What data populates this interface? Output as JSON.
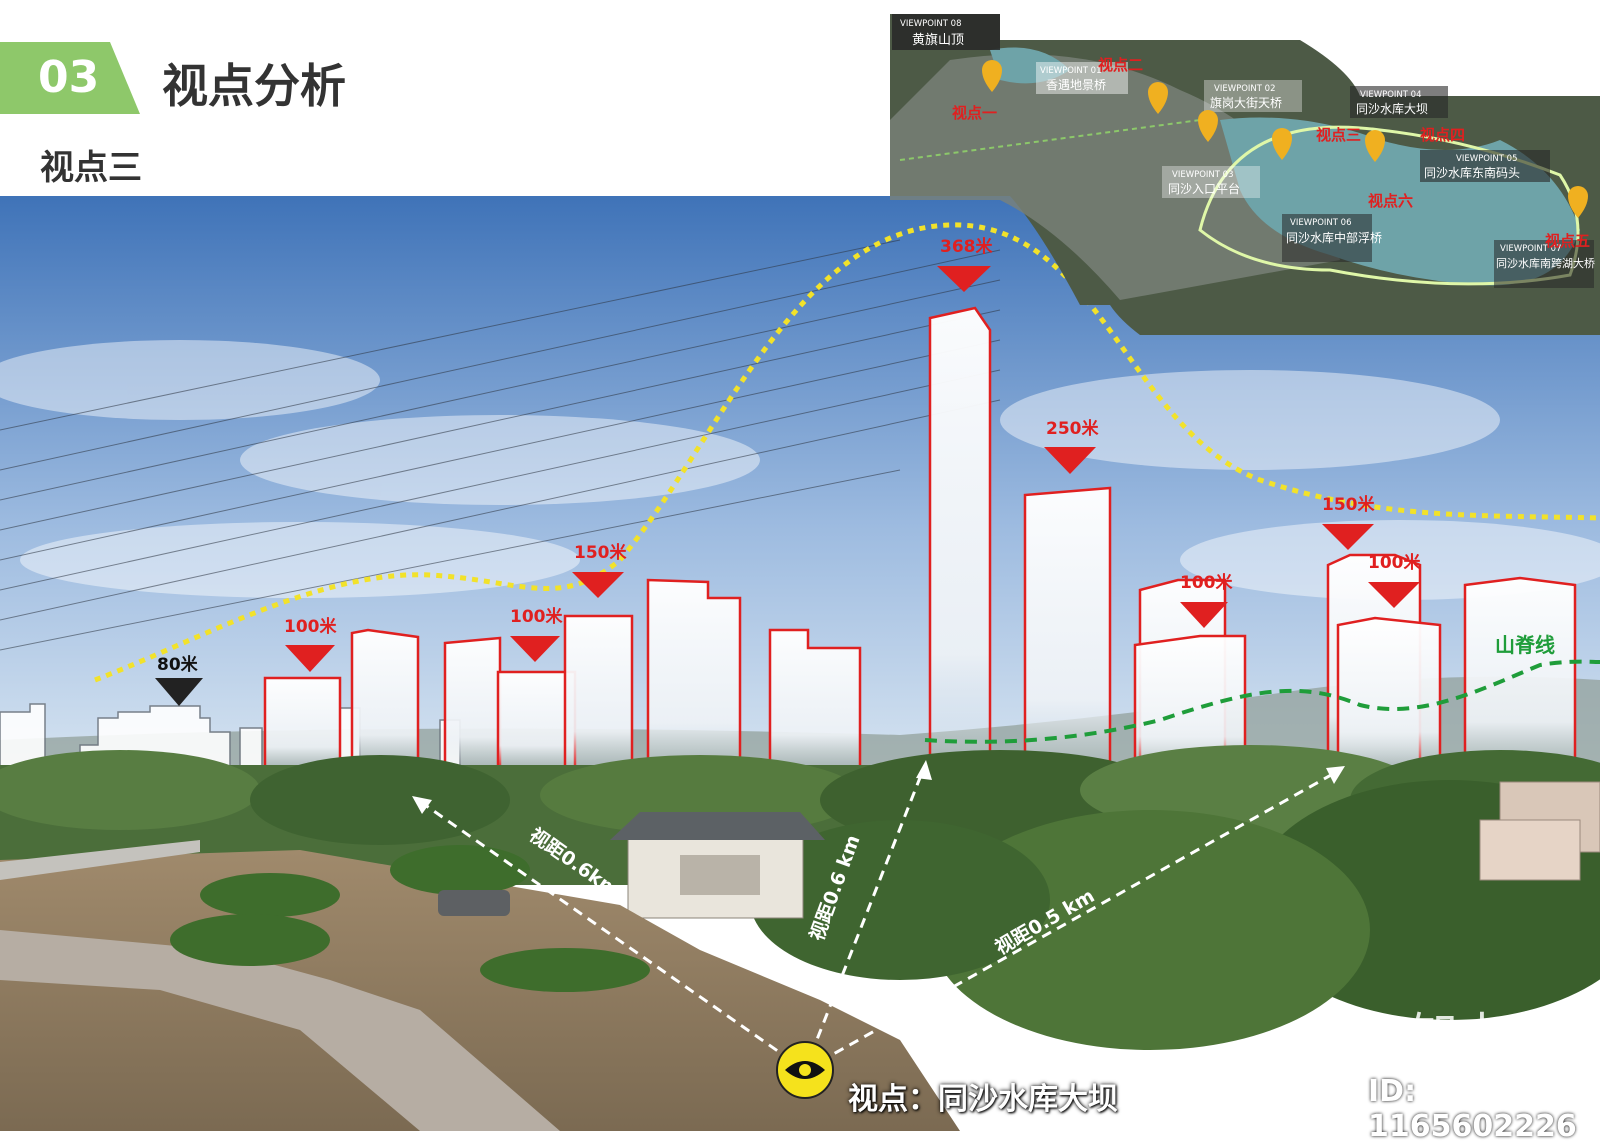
{
  "header": {
    "section_number": "03",
    "title": "视点分析",
    "subtitle": "视点三",
    "accent_color": "#8ec86a"
  },
  "map_inset": {
    "viewpoints": [
      {
        "code": "VIEWPOINT 08",
        "name": "黄旗山顶"
      },
      {
        "code": "VIEWPOINT 01",
        "name": "香遇地景桥"
      },
      {
        "code": "VIEWPOINT 02",
        "name": "旗岗大街天桥"
      },
      {
        "code": "VIEWPOINT 03",
        "name": "同沙入口平台"
      },
      {
        "code": "VIEWPOINT 04",
        "name": "同沙水库大坝"
      },
      {
        "code": "VIEWPOINT 05",
        "name": "同沙水库东南码头"
      },
      {
        "code": "VIEWPOINT 06",
        "name": "同沙水库中部浮桥"
      },
      {
        "code": "VIEWPOINT 07",
        "name": "同沙水库南跨湖大桥"
      }
    ],
    "red_labels": [
      "视点一",
      "视点二",
      "视点三",
      "视点四",
      "视点六",
      "视点五"
    ]
  },
  "building_heights": [
    {
      "label": "80米",
      "color": "#222222"
    },
    {
      "label": "100米",
      "color": "#e02020"
    },
    {
      "label": "100米",
      "color": "#e02020"
    },
    {
      "label": "150米",
      "color": "#e02020"
    },
    {
      "label": "368米",
      "color": "#e02020"
    },
    {
      "label": "250米",
      "color": "#e02020"
    },
    {
      "label": "100米",
      "color": "#e02020"
    },
    {
      "label": "150米",
      "color": "#e02020"
    },
    {
      "label": "100米",
      "color": "#e02020"
    }
  ],
  "ridge_line_label": "山脊线",
  "distances": [
    "视距0.6km",
    "视距0.6 km",
    "视距0.5 km"
  ],
  "viewpoint_caption": "视点：同沙水库大坝",
  "watermark": {
    "brand": "知末",
    "id": "ID: 1165602226"
  },
  "colors": {
    "skyline_curve": "#f2e22a",
    "ridge_curve": "#1f9d3a",
    "marker_red": "#e02020"
  }
}
